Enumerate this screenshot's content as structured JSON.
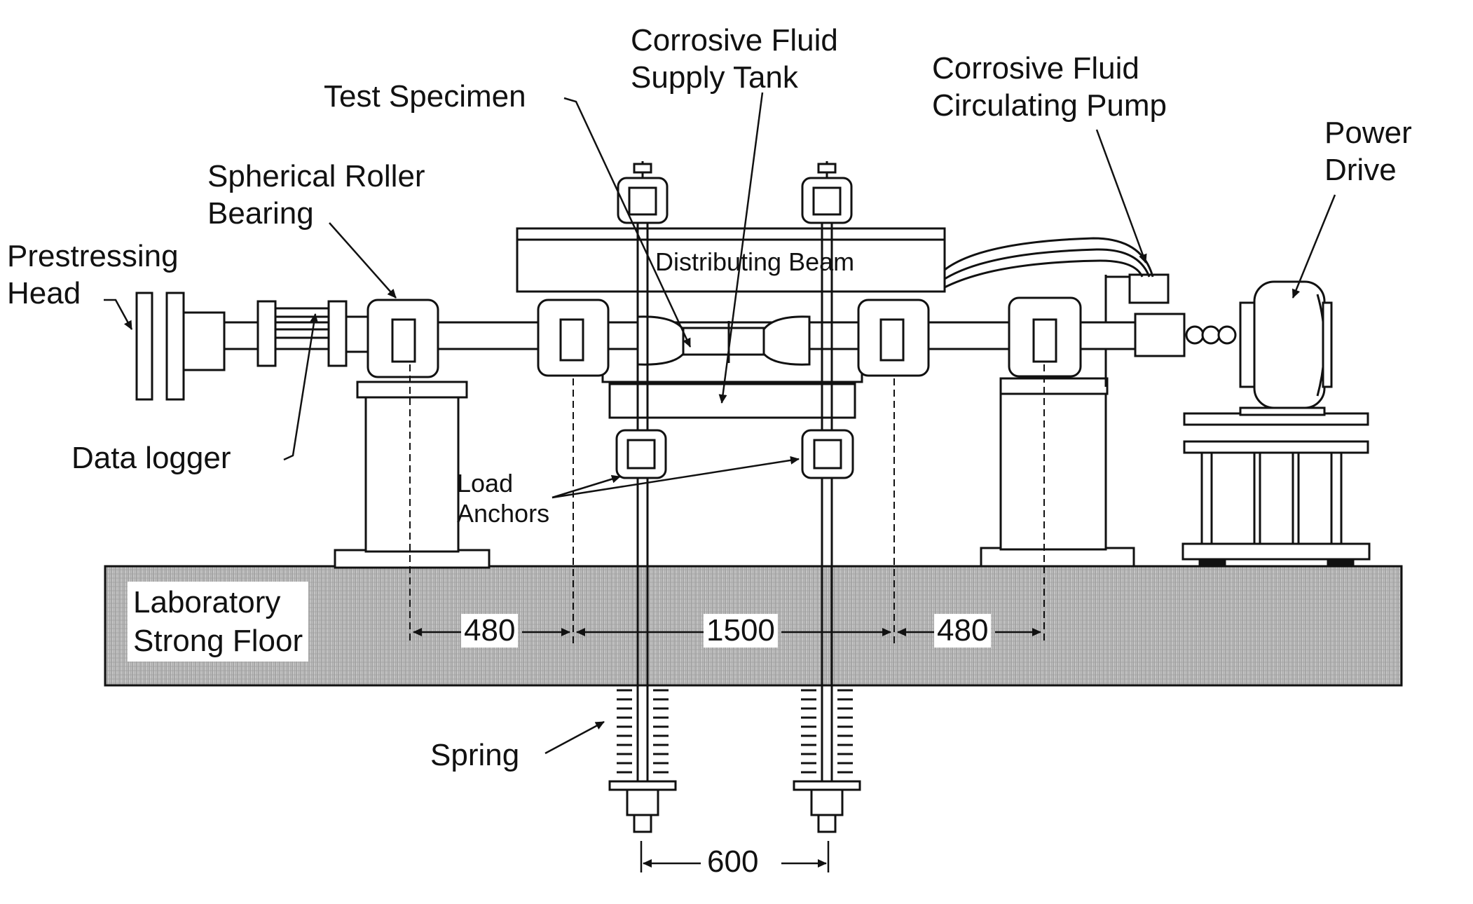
{
  "labels": {
    "supply_tank": [
      "Corrosive Fluid",
      "Supply Tank"
    ],
    "test_specimen": "Test Specimen",
    "pump": [
      "Corrosive Fluid",
      "Circulating Pump"
    ],
    "power_drive": [
      "Power",
      "Drive"
    ],
    "roller_bearing": [
      "Spherical Roller",
      "Bearing"
    ],
    "prestressing_head": [
      "Prestressing",
      "Head"
    ],
    "distributing_beam": "Distributing Beam",
    "data_logger": "Data logger",
    "load_anchors": [
      "Load",
      "Anchors"
    ],
    "floor": [
      "Laboratory",
      "Strong Floor"
    ],
    "spring": "Spring"
  },
  "dimensions": {
    "left_span": "480",
    "middle_span": "1500",
    "right_span": "480",
    "anchor_spacing": "600"
  },
  "colors": {
    "ink": "#111111",
    "floor_fill": "#b9b9b9"
  }
}
